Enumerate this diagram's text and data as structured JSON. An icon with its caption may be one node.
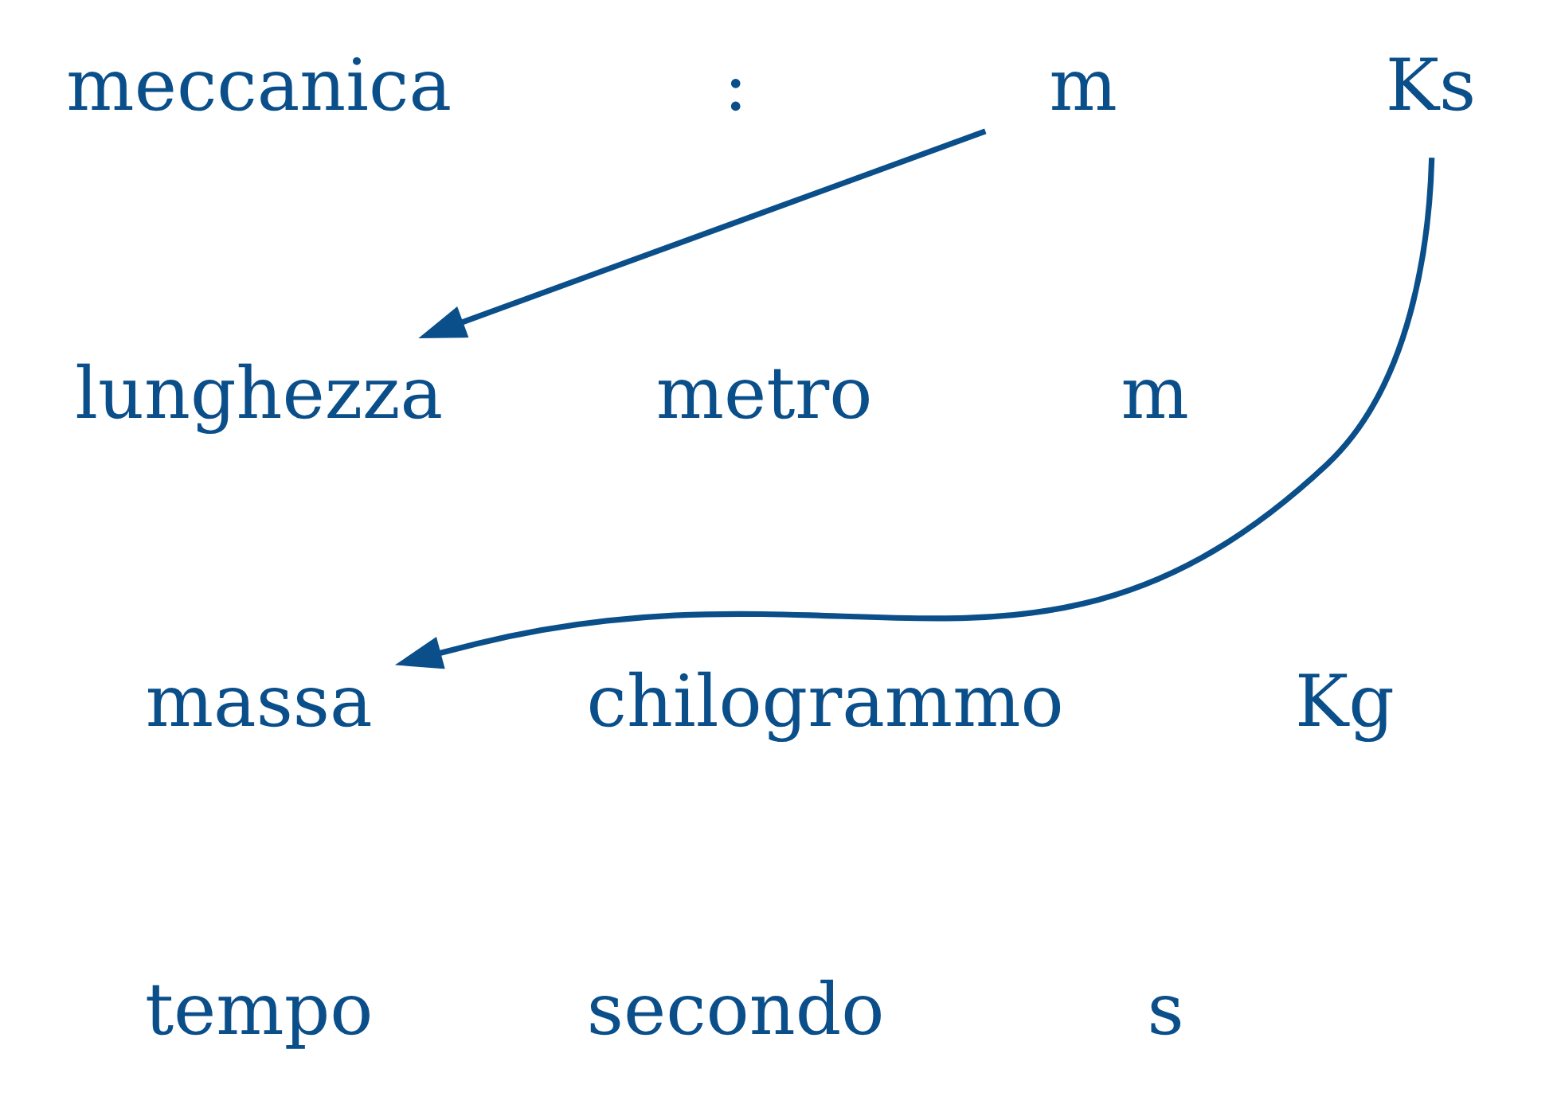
{
  "diagram": {
    "nodes": [
      {
        "text": [
          "m"
        ]
      },
      {
        "text": [
          "Ks"
        ]
      },
      {
        "text": [
          "lunghezza"
        ]
      },
      {
        "text": [
          "massa"
        ]
      },
      {
        "text": [
          "tempo"
        ]
      }
    ],
    "edges": [
      {
        "from": 0,
        "to": 2,
        "arrow": "to"
      },
      {
        "from": 1,
        "to": 3,
        "arrow": "to"
      }
    ],
    "labels": [
      "meccanica",
      ":",
      "metro",
      "m",
      "chilogrammo",
      "Kg",
      "secondo",
      "s"
    ]
  }
}
